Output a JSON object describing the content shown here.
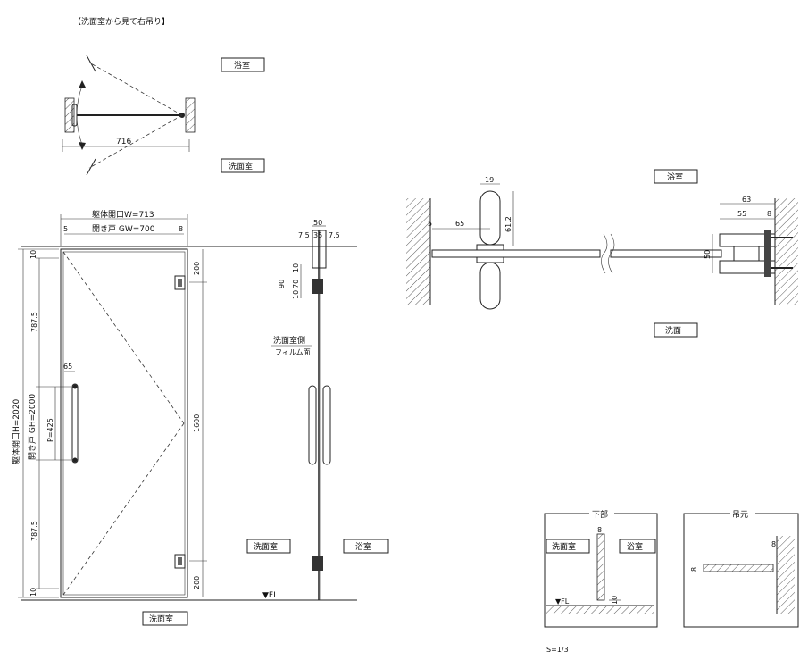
{
  "title": "【洗面室から見て右吊り】",
  "plan": {
    "room_top": "浴室",
    "room_bottom": "洗面室",
    "width_dim": "716"
  },
  "elevation": {
    "opening_w": "躯体開口W=713",
    "door_w": "開き戸 GW=700",
    "margin_left": "5",
    "margin_right": "8",
    "opening_h": "躯体開口H=2020",
    "door_h": "開き戸 GH=2000",
    "pitch": "P=425",
    "dim_10_top": "10",
    "dim_787_top": "787.5",
    "dim_787_bottom": "787.5",
    "dim_10_bottom": "10",
    "dim_handle_65": "65",
    "dim_200_top": "200",
    "dim_1600": "1600",
    "dim_200_bottom": "200",
    "fl": "▼FL",
    "room_below": "洗面室"
  },
  "section": {
    "dim_50": "50",
    "dim_7_5_left": "7.5",
    "dim_35": "35",
    "dim_7_5_right": "7.5",
    "dim_10a": "10",
    "dim_90": "90",
    "dim_70": "70",
    "dim_10b": "10",
    "film_label_1": "洗面室側",
    "film_label_2": "フィルム面",
    "room_left": "洗面室",
    "room_right": "浴室"
  },
  "detail": {
    "room_top": "浴室",
    "room_bottom": "洗面",
    "dim_19": "19",
    "dim_61_2": "61.2",
    "dim_5": "5",
    "dim_65": "65",
    "dim_63": "63",
    "dim_55": "55",
    "dim_8": "8",
    "dim_50": "50"
  },
  "bottom_detail": {
    "title": "下部",
    "room_left": "洗面室",
    "room_right": "浴室",
    "dim_8": "8",
    "fl": "▼FL",
    "dim_10": "10"
  },
  "hinge_detail": {
    "title": "吊元",
    "dim_8a": "8",
    "dim_8b": "8"
  },
  "scale": "S=1/3"
}
